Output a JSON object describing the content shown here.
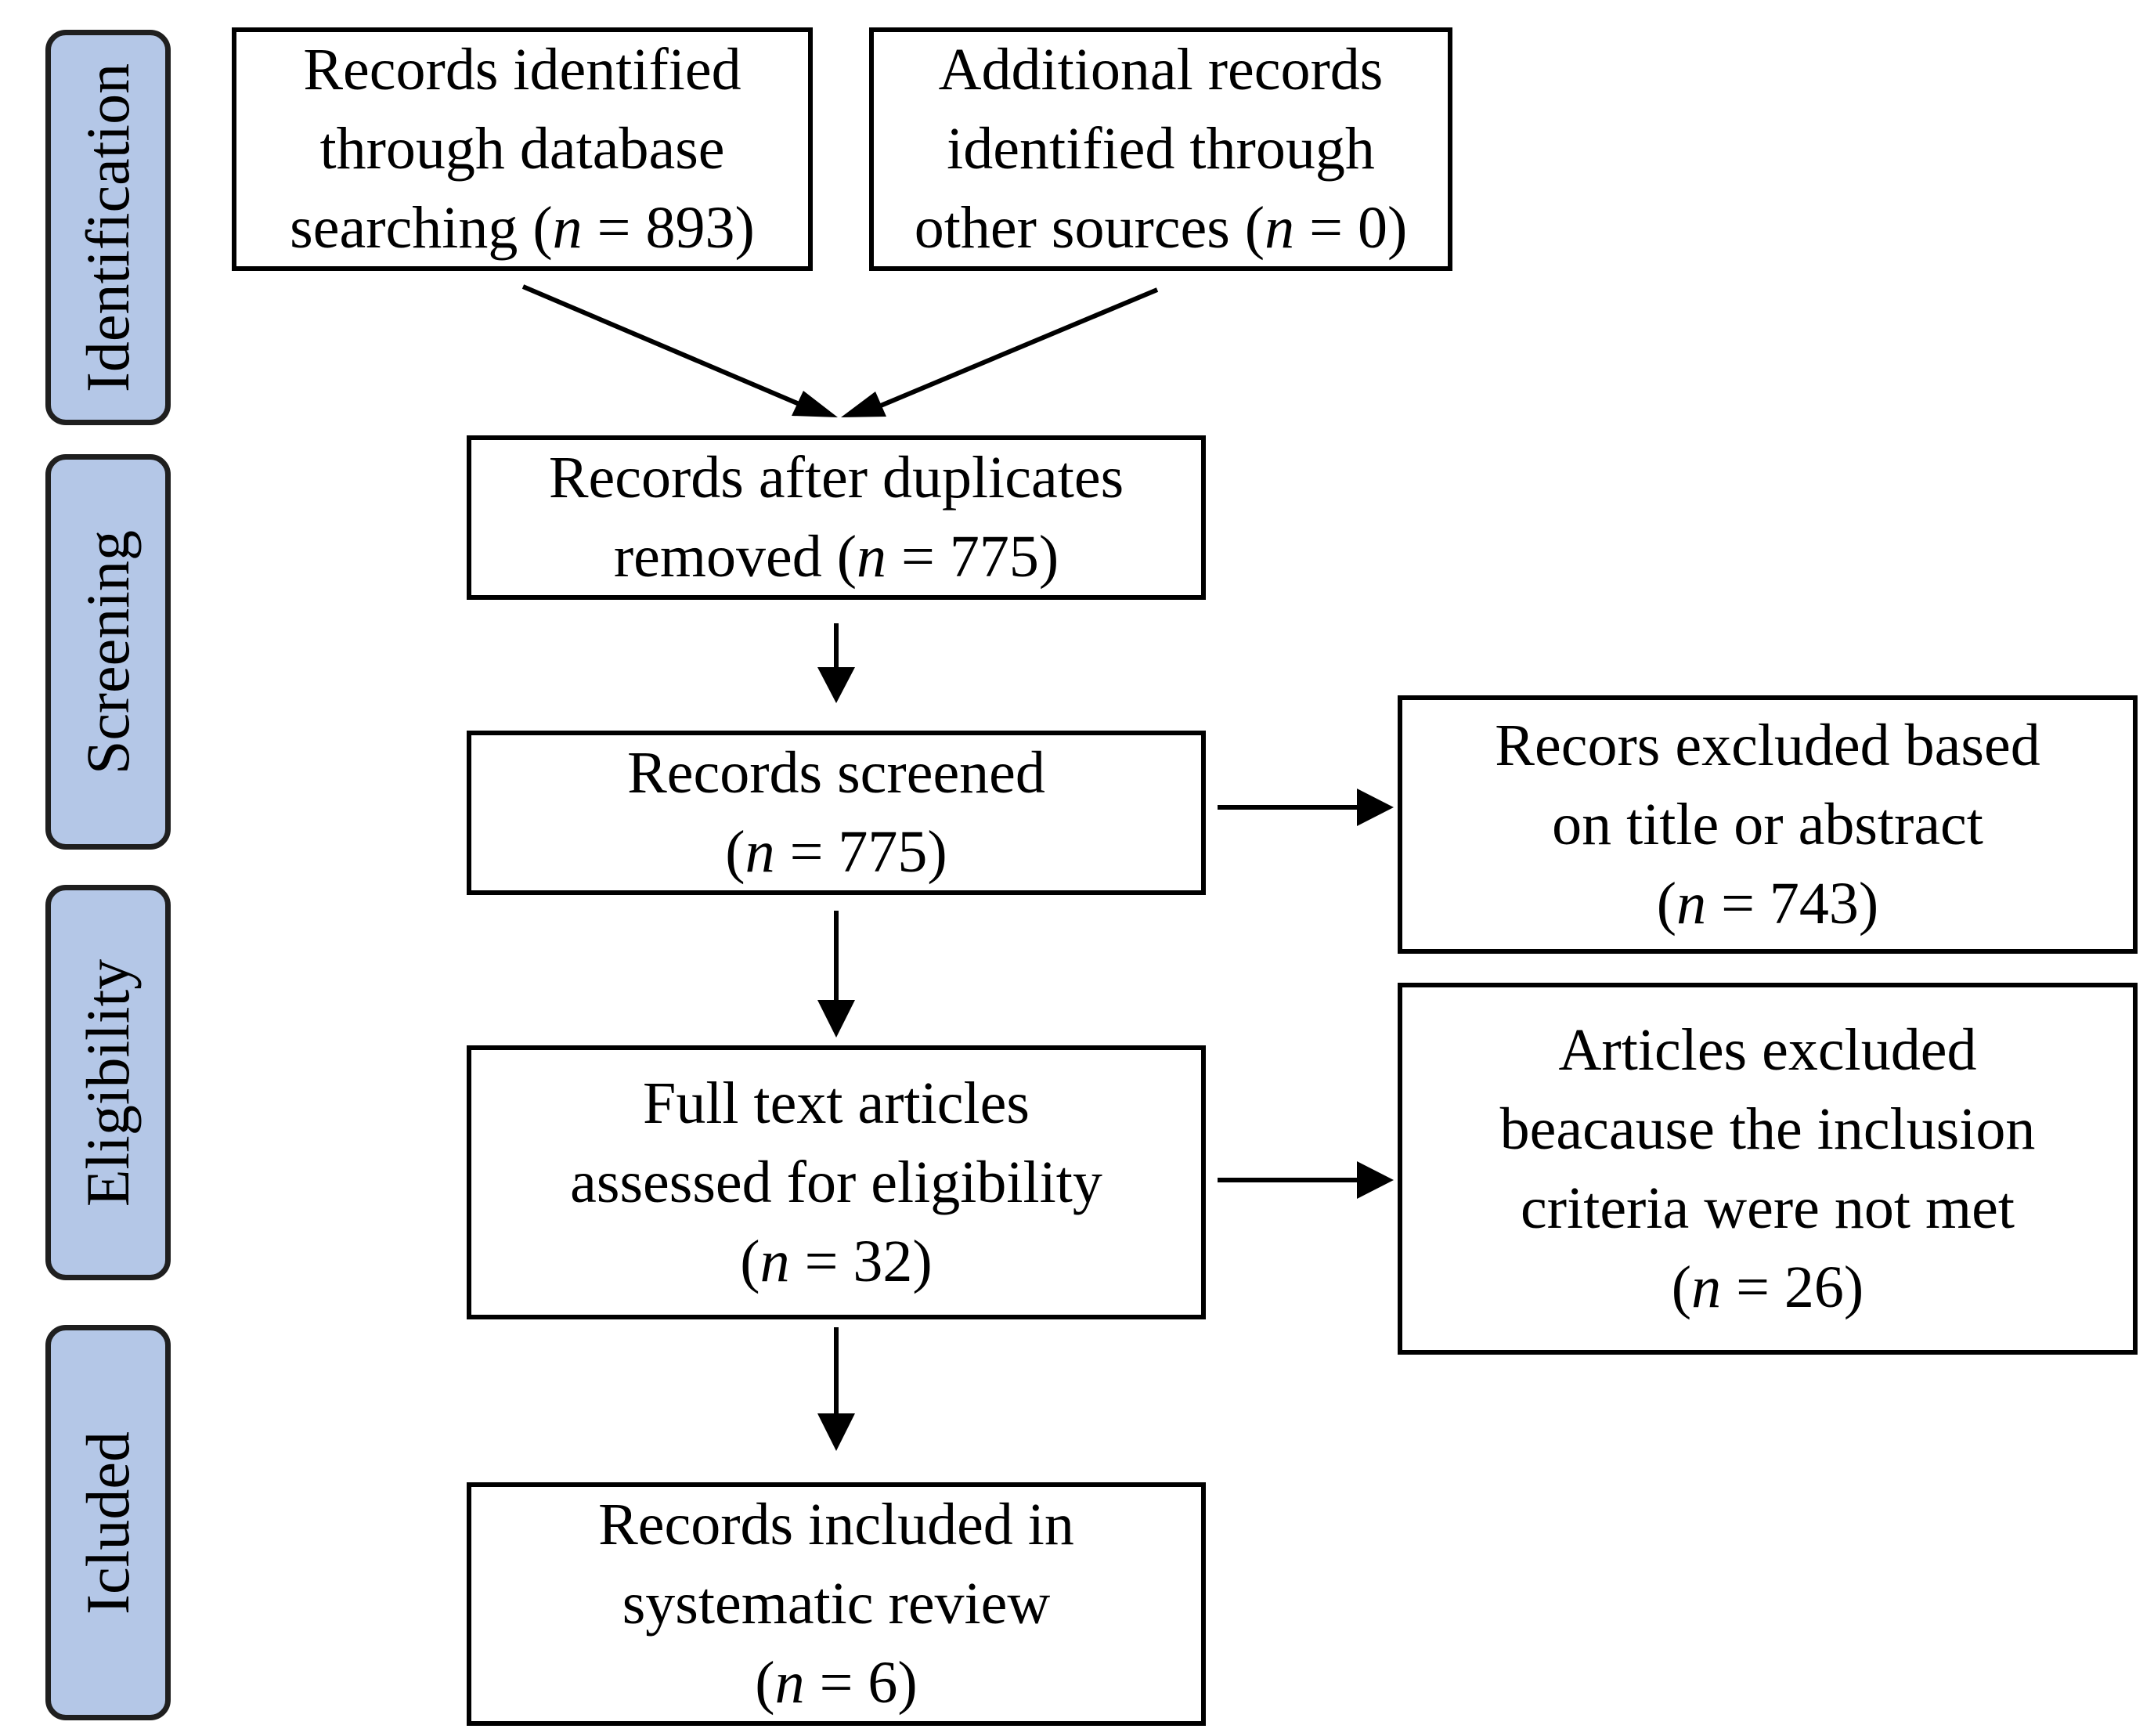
{
  "stages": [
    {
      "id": "identification",
      "label": "Identification"
    },
    {
      "id": "screening",
      "label": "Screening"
    },
    {
      "id": "eligibility",
      "label": "Eligibility"
    },
    {
      "id": "included",
      "label": "Icluded"
    }
  ],
  "boxes": {
    "database_records": {
      "lines": [
        "Records identified",
        "through database"
      ],
      "count_prefix": "searching (",
      "n": "n",
      "count_suffix": " = 893)"
    },
    "other_records": {
      "lines": [
        "Additional records",
        "identified through"
      ],
      "count_prefix": "other sources (",
      "n": "n",
      "count_suffix": " = 0)"
    },
    "after_duplicates": {
      "lines": [
        "Records after duplicates"
      ],
      "count_prefix": "removed (",
      "n": "n",
      "count_suffix": " = 775)"
    },
    "screened": {
      "lines": [
        "Records screened"
      ],
      "count_prefix": "(",
      "n": "n",
      "count_suffix": " = 775)"
    },
    "excluded_title": {
      "lines": [
        "Recors excluded based",
        "on title or abstract"
      ],
      "count_prefix": "(",
      "n": "n",
      "count_suffix": " = 743)"
    },
    "full_text": {
      "lines": [
        "Full text articles",
        "assessed for eligibility"
      ],
      "count_prefix": "(",
      "n": "n",
      "count_suffix": " = 32)"
    },
    "excluded_criteria": {
      "lines": [
        "Articles excluded",
        "beacause the inclusion",
        "criteria were not met"
      ],
      "count_prefix": "(",
      "n": "n",
      "count_suffix": " = 26)"
    },
    "included": {
      "lines": [
        "Records included in",
        "systematic review"
      ],
      "count_prefix": "(",
      "n": "n",
      "count_suffix": " = 6)"
    }
  }
}
